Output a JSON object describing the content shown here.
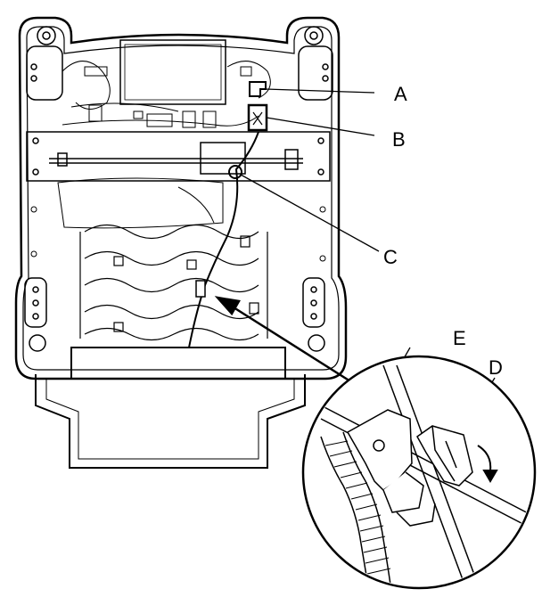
{
  "diagram": {
    "callouts": [
      {
        "id": "A",
        "text": "A"
      },
      {
        "id": "B",
        "text": "B"
      },
      {
        "id": "C",
        "text": "C"
      },
      {
        "id": "D",
        "text": "D"
      },
      {
        "id": "E",
        "text": "E"
      }
    ],
    "colors": {
      "line": "#000000",
      "background": "#ffffff"
    }
  }
}
